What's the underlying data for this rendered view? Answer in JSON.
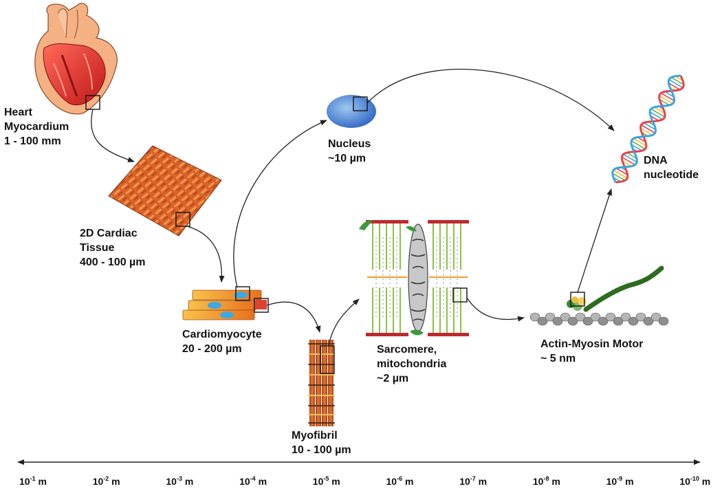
{
  "stages": {
    "heart": {
      "name1": "Heart",
      "name2": "Myocardium",
      "size": "1 - 100 mm"
    },
    "tissue": {
      "name1": "2D Cardiac",
      "name2": "Tissue",
      "size": "400 - 100 µm"
    },
    "cardiomyocyte": {
      "name": "Cardiomyocyte",
      "size": "20 - 200 µm"
    },
    "myofibril": {
      "name": "Myofibril",
      "size": "10 - 100 µm"
    },
    "nucleus": {
      "name": "Nucleus",
      "size": "~10 µm"
    },
    "sarcomere": {
      "name1": "Sarcomere,",
      "name2": "mitochondria",
      "size": "~2 µm"
    },
    "motor": {
      "name": "Actin-Myosin Motor",
      "size": "~ 5 nm"
    },
    "dna": {
      "name1": "DNA",
      "name2": "nucleotide"
    }
  },
  "scale_axis": {
    "unit": "m",
    "base": "10",
    "exponents": [
      "-1",
      "-2",
      "-3",
      "-4",
      "-5",
      "-6",
      "-7",
      "-8",
      "-9",
      "-10"
    ]
  },
  "colors": {
    "heart_outer": "#f4b183",
    "heart_inner": "#e03020",
    "tissue": "#d9622b",
    "cell": "#f0a020",
    "nucleus": "#3fa8e0",
    "myofibril": "#c8561e",
    "zdisc": "#c0282d",
    "actin": "#8ac43f",
    "mline": "#f39a2b",
    "myosin_tail": "#2e6b1f",
    "dna_a": "#e8434b",
    "dna_b": "#3aa6df",
    "arrow": "#222222"
  }
}
